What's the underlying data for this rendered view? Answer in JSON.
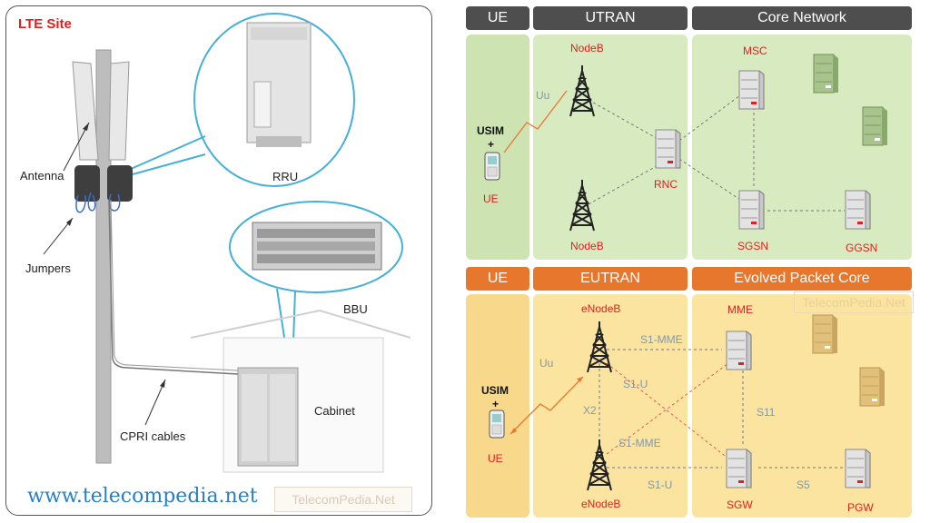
{
  "left": {
    "title": "LTE Site",
    "labels": {
      "antenna": "Antenna",
      "jumpers": "Jumpers",
      "rru": "RRU",
      "bbu": "BBU",
      "cabinet": "Cabinet",
      "cpri": "CPRI cables"
    },
    "url": "www.telecompedia.net",
    "watermark": "TelecomPedia.Net"
  },
  "umts": {
    "headers": {
      "ue": "UE",
      "ran": "UTRAN",
      "core": "Core Network"
    },
    "nodes": {
      "nodeb_top": "NodeB",
      "nodeb_bottom": "NodeB",
      "rnc": "RNC",
      "msc": "MSC",
      "sgsn": "SGSN",
      "ggsn": "GGSN",
      "usim": "USIM",
      "plus": "+",
      "ue": "UE"
    },
    "interfaces": {
      "uu": "Uu"
    }
  },
  "lte": {
    "headers": {
      "ue": "UE",
      "ran": "EUTRAN",
      "core": "Evolved Packet Core"
    },
    "nodes": {
      "enodeb_top": "eNodeB",
      "enodeb_bottom": "eNodeB",
      "mme": "MME",
      "sgw": "SGW",
      "pgw": "PGW",
      "usim": "USIM",
      "plus": "+",
      "ue": "UE"
    },
    "interfaces": {
      "uu": "Uu",
      "s1mme_top": "S1-MME",
      "s1u_top": "S1-U",
      "x2": "X2",
      "s1mme_bottom": "S1-MME",
      "s1u_bottom": "S1-U",
      "s11": "S11",
      "s5": "S5"
    },
    "watermark": "TelecomPedia.Net"
  },
  "colors": {
    "header_dark": "#4e4e4e",
    "header_orange": "#e8772e",
    "zone_green": "#d8ebc0",
    "zone_yellow": "#fbe3a0",
    "label_red": "#e02020",
    "interface_grey": "#7f9ab0"
  }
}
